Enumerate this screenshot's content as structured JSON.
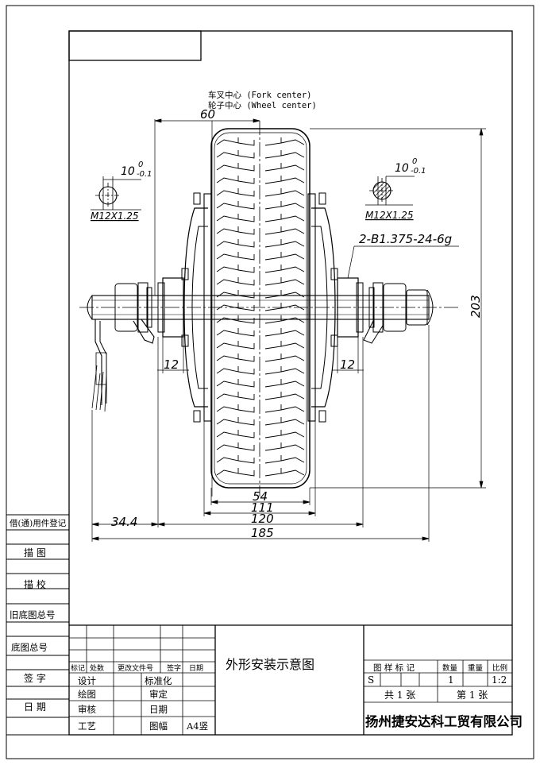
{
  "drawing": {
    "fork_center_label": "车叉中心 (Fork center)",
    "wheel_center_label": "轮子中心 (Wheel center)",
    "dim_offset_top": "60",
    "thread_left": {
      "tol_nominal": "10",
      "tol_upper": "0",
      "tol_lower": "-0.1",
      "thread": "M12X1.25"
    },
    "thread_right": {
      "tol_nominal": "10",
      "tol_upper": "0",
      "tol_lower": "-0.1",
      "thread": "M12X1.25"
    },
    "bearing_note": "2-B1.375-24-6g",
    "dim_height": "203",
    "dim_hub_left": "12",
    "dim_hub_right": "12",
    "dim_tyre": "54",
    "dim_rim": "111",
    "dim_fork": "120",
    "dim_cable": "34.4",
    "dim_overall": "185"
  },
  "side_panel": {
    "row1": "借(通)用件登记",
    "row2": "描  图",
    "row3": "描  校",
    "row4": "旧底图总号",
    "row5": "底图总号",
    "row6": "签  字",
    "row7": "日  期"
  },
  "title_block": {
    "drawing_title": "外形安装示意图",
    "company": "扬州捷安达科工贸有限公司",
    "hdr_mark": "标记",
    "hdr_count": "处数",
    "hdr_docno": "更改文件号",
    "hdr_sign": "签字",
    "hdr_date": "日期",
    "design": "设计",
    "standardize": "标准化",
    "draw": "绘图",
    "approve": "审定",
    "review": "审核",
    "date": "日期",
    "process": "工艺",
    "sheet_size_label": "图幅",
    "sheet_size": "A4竖",
    "stage_mark_label": "图 样 标 记",
    "qty_label": "数量",
    "weight_label": "重量",
    "scale_label": "比例",
    "stage_value": "S",
    "qty_value": "1",
    "scale_value": "1:2",
    "total_sheets": "共 1 张",
    "sheet_no": "第 1 张"
  }
}
